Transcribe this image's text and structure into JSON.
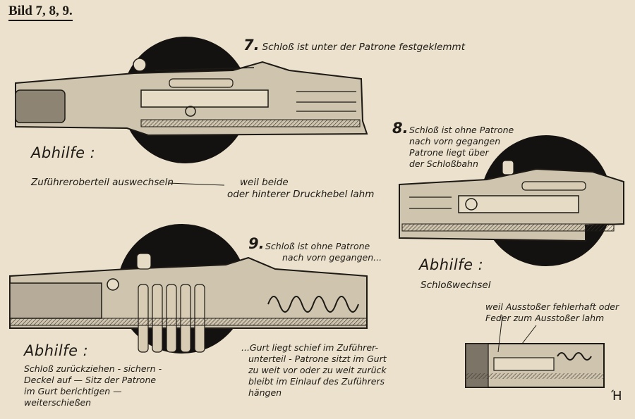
{
  "heading": "Bild 7, 8, 9.",
  "fig7": {
    "number": "7.",
    "caption": "Schloß ist unter der Patrone festgeklemmt",
    "remedy_title": "Abhilfe :",
    "remedy_line1": "Zuführeroberteil auswechseln",
    "remedy_line2a": "weil beide",
    "remedy_line2b": "oder hinterer Druckhebel lahm"
  },
  "fig8": {
    "number": "8.",
    "caption_l1": "Schloß ist ohne Patrone",
    "caption_l2": "nach vorn gegangen",
    "caption_l3": "Patrone liegt über",
    "caption_l4": "der Schloßbahn",
    "remedy_title": "Abhilfe :",
    "remedy_text": "Schloßwechsel",
    "ejector_l1": "weil Ausstoßer fehlerhaft oder",
    "ejector_l2": "Feder zum Ausstoßer lahm"
  },
  "fig9": {
    "number": "9.",
    "caption_l1": "Schloß ist ohne Patrone",
    "caption_l2": "nach vorn gegangen...",
    "remedy_title": "Abhilfe :",
    "remedy_l1": "Schloß zurückziehen - sichern -",
    "remedy_l2": "Deckel auf — Sitz der Patrone",
    "remedy_l3": "im Gurt berichtigen —",
    "remedy_l4": "weiterschießen",
    "note_l1": "...Gurt liegt schief im Zuführer-",
    "note_l2": "unterteil - Patrone sitzt im Gurt",
    "note_l3": "zu weit vor oder zu weit zurück",
    "note_l4": "bleibt im Einlauf des Zuführers",
    "note_l5": "hängen"
  },
  "signature": "Ή"
}
